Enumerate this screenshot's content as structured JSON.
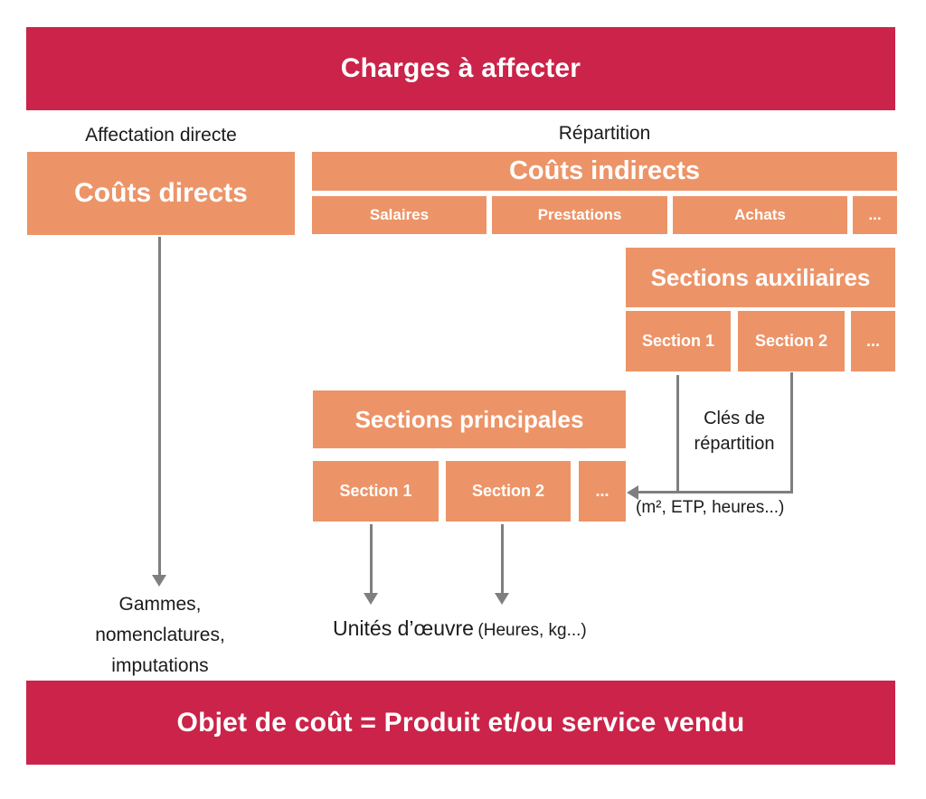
{
  "colors": {
    "crimson": "#CB2349",
    "orange": "#EC9468",
    "line_gray": "#7F7F7F",
    "text_black": "#1B1B1B"
  },
  "banners": {
    "top": "Charges à affecter",
    "bottom": "Objet de coût = Produit et/ou service vendu"
  },
  "direct": {
    "branch_label": "Affectation directe",
    "box": "Coûts directs",
    "result_lines": [
      "Gammes,",
      "nomenclatures,",
      "imputations"
    ]
  },
  "indirect": {
    "branch_label": "Répartition",
    "header": "Coûts indirects",
    "cost_items": [
      "Salaires",
      "Prestations",
      "Achats",
      "..."
    ],
    "aux": {
      "header": "Sections auxiliaires",
      "items": [
        "Section 1",
        "Section 2",
        "..."
      ]
    },
    "main": {
      "header": "Sections principales",
      "items": [
        "Section 1",
        "Section 2",
        "..."
      ]
    },
    "allocation_keys": {
      "line1": "Clés de",
      "line2": "répartition",
      "examples": "(m², ETP, heures...)"
    },
    "work_units": {
      "label": "Unités d’œuvre",
      "examples": "(Heures, kg...)"
    }
  }
}
